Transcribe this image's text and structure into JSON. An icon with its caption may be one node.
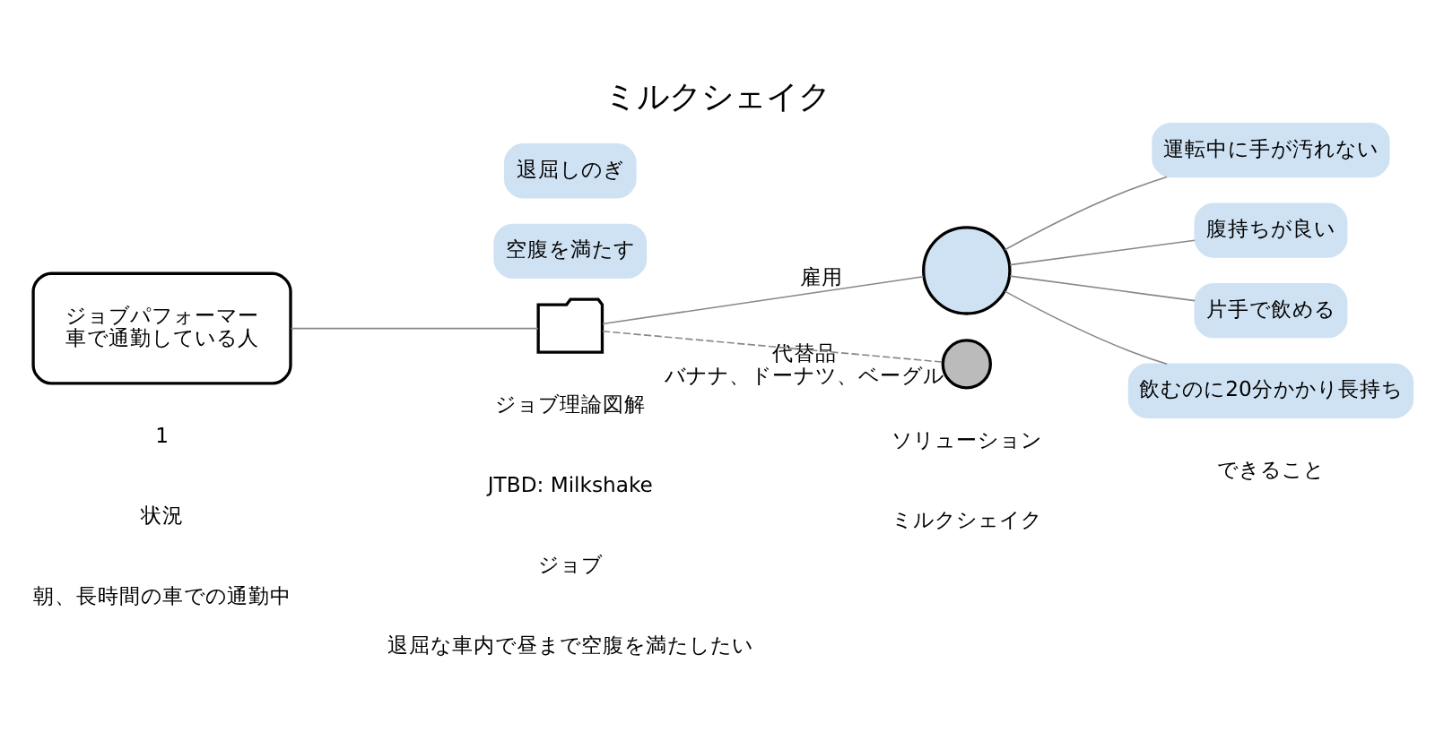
{
  "diagram": {
    "title": "ミルクシェイク",
    "nodes": [
      {
        "text": [
          "ジョブパフォーマー",
          "車で通勤している人"
        ]
      },
      {
        "text": [],
        "shape": "briefcase"
      },
      {
        "text": [],
        "shape": "circle"
      },
      {
        "text": [
          "運転中に手が汚れない"
        ]
      },
      {
        "text": [
          "腹持ちが良い"
        ]
      },
      {
        "text": [
          "片手で飲める"
        ]
      },
      {
        "text": [
          "飲むのに20分かかり長持ち"
        ]
      },
      {
        "text": [],
        "shape": "circle",
        "beside": [
          "代替品",
          "バナナ、ドーナツ、ベーグル"
        ]
      },
      {
        "text": [
          "空腹を満たす"
        ]
      },
      {
        "text": [
          "退屈しのぎ"
        ]
      }
    ],
    "edges": [
      {
        "from": 0,
        "to": 1,
        "arrow": "none"
      },
      {
        "from": 1,
        "to": 2,
        "arrow": "none",
        "label": "雇用"
      },
      {
        "from": 2,
        "to": 3,
        "arrow": "none"
      },
      {
        "from": 2,
        "to": 4,
        "arrow": "none"
      },
      {
        "from": 2,
        "to": 5,
        "arrow": "none"
      },
      {
        "from": 2,
        "to": 6,
        "arrow": "none"
      },
      {
        "from": 1,
        "to": 7,
        "arrow": "none",
        "style": "dashed"
      }
    ],
    "labels": [
      "1",
      "ジョブ理論図解",
      "JTBD: Milkshake",
      "状況",
      "朝、長時間の車での通勤中",
      "ジョブ",
      "退屈な車内で昼まで空腹を満たしたい",
      "ソリューション",
      "ミルクシェイク",
      "できること"
    ]
  }
}
